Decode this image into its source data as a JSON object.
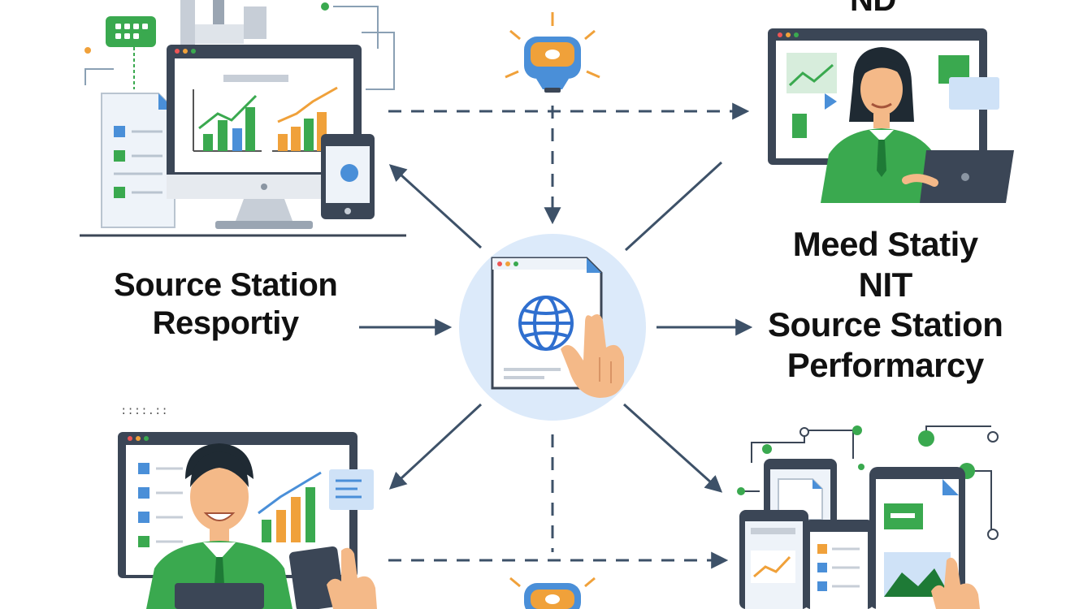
{
  "labels": {
    "top_right_partial": "ND",
    "left_line1": "Source Station",
    "left_line2": "Resportiy",
    "right_line1": "Meed Statiy",
    "right_line2": "NIT",
    "right_line3": "Source Station",
    "right_line4": "Performarcy",
    "small_code": "::::.::"
  },
  "colors": {
    "arrow": "#3d5168",
    "green": "#3aa94f",
    "blue": "#4a8fd8",
    "orange": "#f0a13a",
    "skin": "#f4b988",
    "hub_bg": "#dceafa",
    "monitor_frame": "#3b4656"
  },
  "icons": [
    "desktop-monitor-icon",
    "robot-head-icon",
    "globe-icon",
    "hand-pointer-icon",
    "person-presenter-icon",
    "tablet-icon",
    "document-icon",
    "bar-chart-icon",
    "network-nodes-icon"
  ]
}
